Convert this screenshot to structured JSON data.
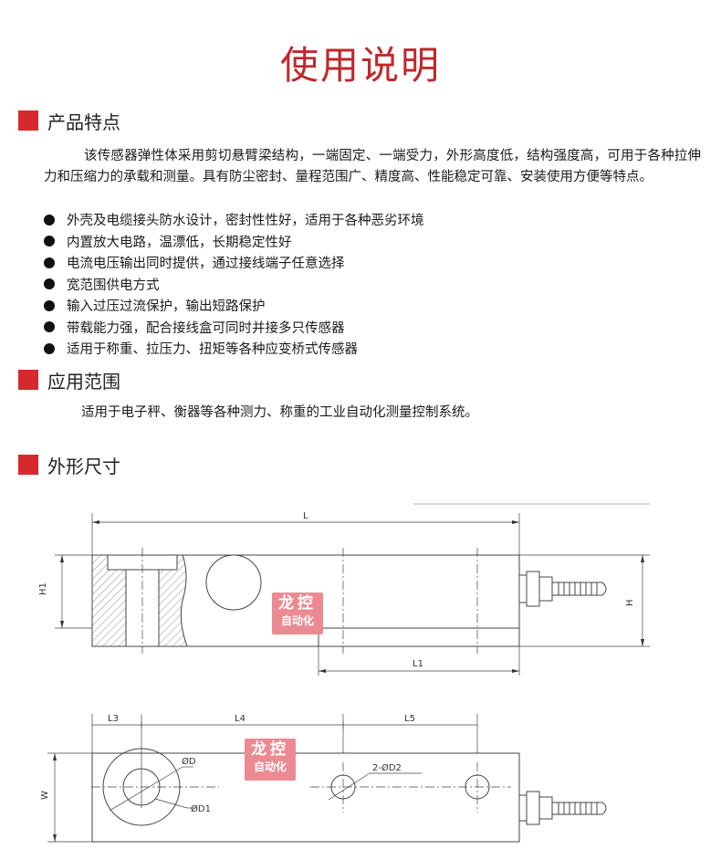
{
  "title": "使用说明",
  "sections": {
    "features": {
      "heading": "产品特点",
      "paragraph": "该传感器弹性体采用剪切悬臂梁结构，一端固定、一端受力，外形高度低，结构强度高，可用于各种拉伸力和压缩力的承载和测量。具有防尘密封、量程范围广、精度高、性能稳定可靠、安装使用方便等特点。",
      "bullets": [
        "外壳及电缆接头防水设计，密封性性好，适用于各种恶劣环境",
        "内置放大电路，温漂低，长期稳定性好",
        "电流电压输出同时提供，通过接线端子任意选择",
        "宽范围供电方式",
        "输入过压过流保护，输出短路保护",
        "带载能力强，配合接线盒可同时并接多只传感器",
        "适用于称重、拉压力、扭矩等各种应变桥式传感器"
      ]
    },
    "application": {
      "heading": "应用范围",
      "text": "适用于电子秤、衡器等各种测力、称重的工业自动化测量控制系统。"
    },
    "dimensions": {
      "heading": "外形尺寸",
      "labels": {
        "L": "L",
        "L1": "L1",
        "H": "H",
        "H1": "H1",
        "L3": "L3",
        "L4": "L4",
        "L5": "L5",
        "W": "W",
        "D": "ØD",
        "D1": "ØD1",
        "D2": "2-ØD2"
      }
    }
  },
  "watermark": {
    "line1": "龙控",
    "line2": "自动化"
  },
  "colors": {
    "accent": "#d7282e",
    "title": "#c0282c",
    "stamp": "#ec8a92"
  }
}
